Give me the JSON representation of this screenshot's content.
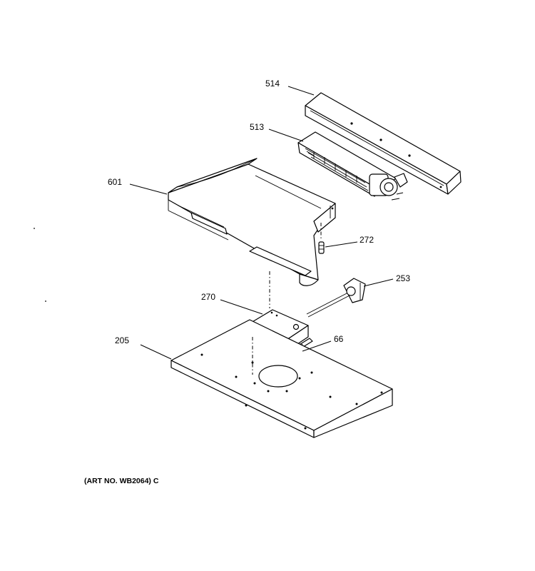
{
  "callouts": {
    "p514": "514",
    "p513": "513",
    "p601": "601",
    "p272": "272",
    "p253": "253",
    "p270": "270",
    "p66": "66",
    "p205": "205"
  },
  "art_number": "(ART NO. WB2064) C"
}
